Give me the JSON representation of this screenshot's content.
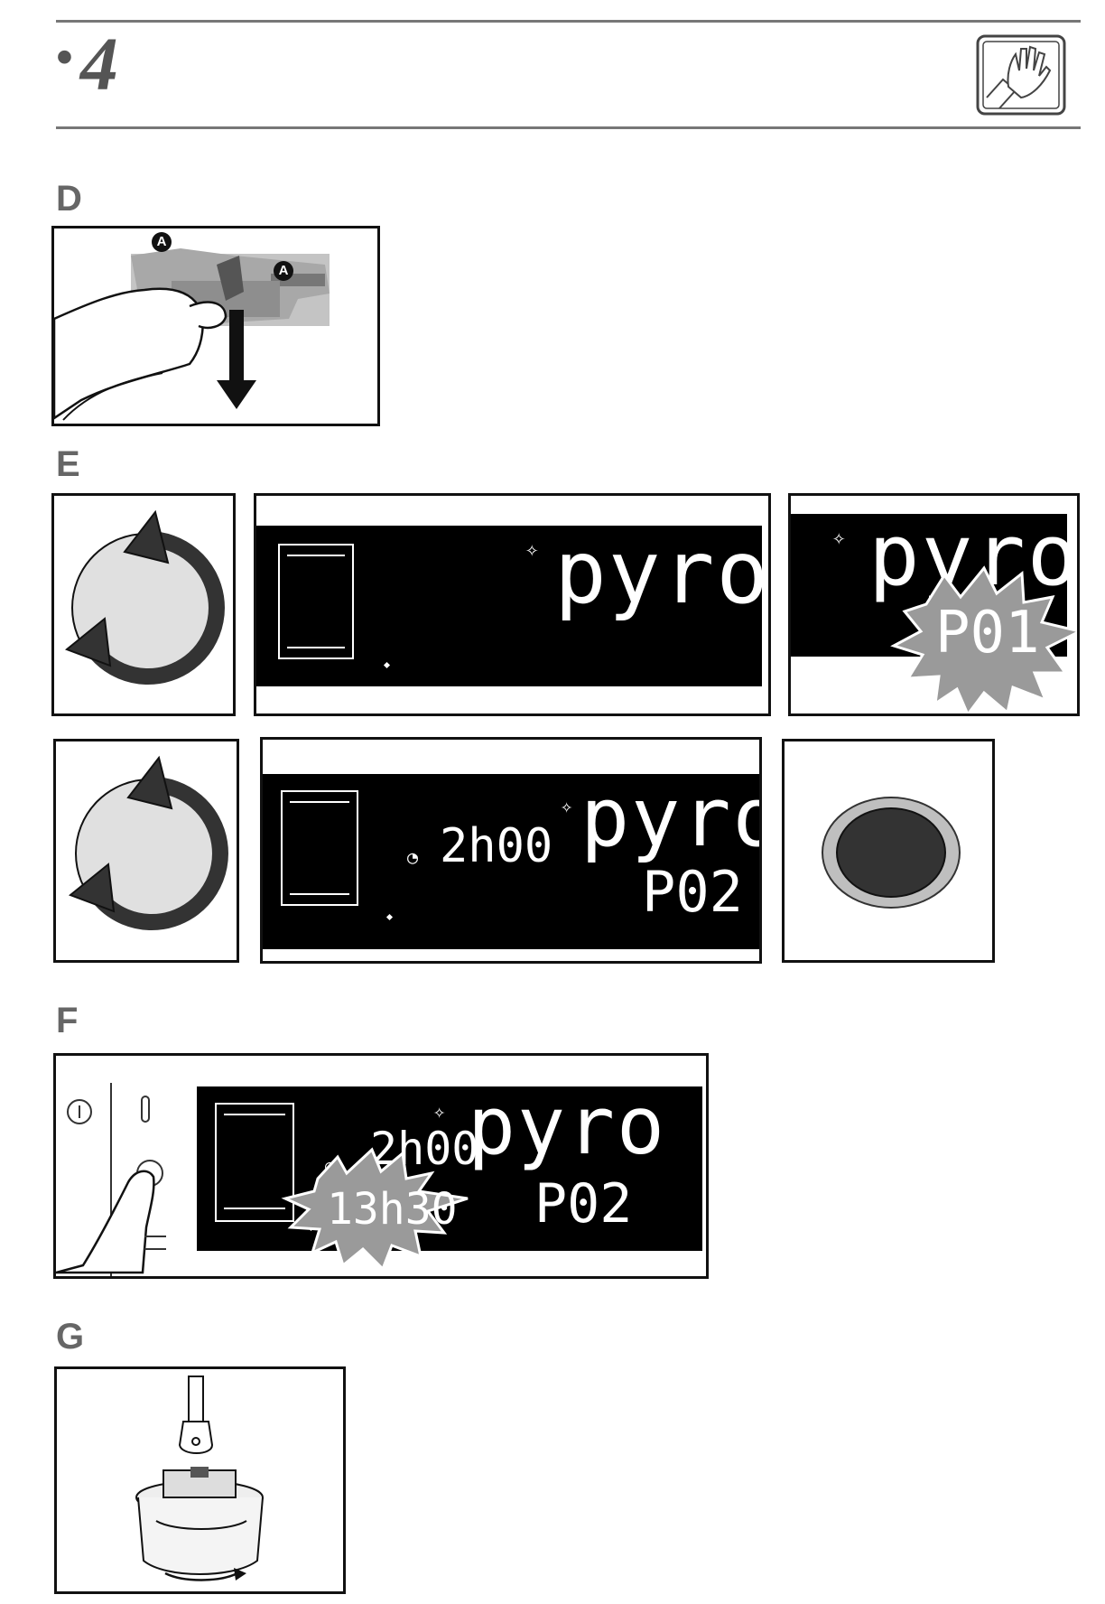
{
  "header": {
    "chapter_number": "4",
    "icon": "cleaning-hand-icon"
  },
  "sections": {
    "D": {
      "label": "D",
      "callouts": [
        "A",
        "A"
      ]
    },
    "E": {
      "label": "E"
    },
    "F": {
      "label": "F"
    },
    "G": {
      "label": "G"
    }
  },
  "displays": {
    "e1": {
      "mode": "pyro"
    },
    "e2": {
      "mode": "pyro",
      "program": "P01"
    },
    "e3": {
      "time": "2h00",
      "mode": "pyro",
      "program": "P02"
    },
    "f1": {
      "time": "2h00",
      "end_time": "13h30",
      "mode": "pyro",
      "program": "P02"
    }
  },
  "colors": {
    "rule": "#777777",
    "label": "#666666",
    "burst": "#9a9a9a",
    "knob": "#333333"
  }
}
